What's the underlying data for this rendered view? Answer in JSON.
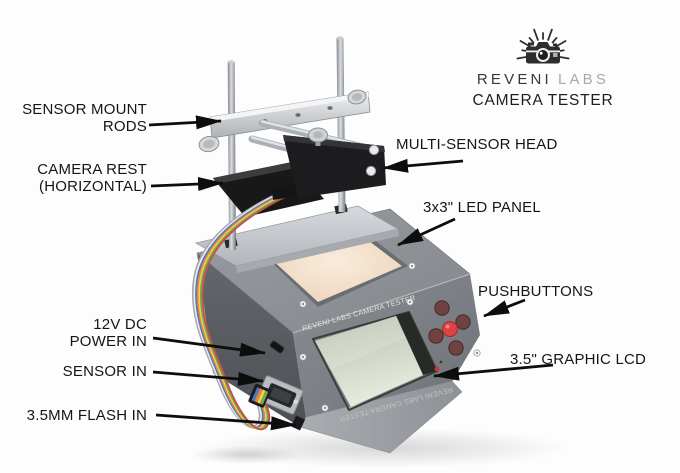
{
  "logo": {
    "icon": "camera-with-rays-icon",
    "brand_primary": "REVENI",
    "brand_secondary": "LABS",
    "product": "CAMERA TESTER"
  },
  "annotations": {
    "sensor_mount_rods": {
      "line1": "SENSOR MOUNT",
      "line2": "RODS"
    },
    "camera_rest": {
      "line1": "CAMERA REST",
      "line2": "(HORIZONTAL)"
    },
    "multi_sensor_head": "MULTI-SENSOR HEAD",
    "led_panel": "3x3\" LED PANEL",
    "pushbuttons": "PUSHBUTTONS",
    "graphic_lcd": "3.5\" GRAPHIC LCD",
    "power_in": {
      "line1": "12V DC",
      "line2": "POWER IN"
    },
    "sensor_in": "SENSOR IN",
    "flash_in": "3.5MM FLASH IN"
  },
  "device": {
    "printed_label_top": "REVENI LABS CAMERA TESTER",
    "printed_label_front": "REVENI LABS CAMERA TESTER",
    "colors": {
      "body_gray": "#7e8287",
      "led_panel_cream": "#f4e3cd",
      "lcd_screen": "#d9dfd2",
      "button_dark_red": "#6e4240",
      "button_bright_red": "#df4243",
      "ribbon_cable": [
        "#a8a8a8",
        "#ececec",
        "#4a7ac8",
        "#e8833a",
        "#f0d052",
        "#6fae52",
        "#c4524a"
      ]
    }
  }
}
